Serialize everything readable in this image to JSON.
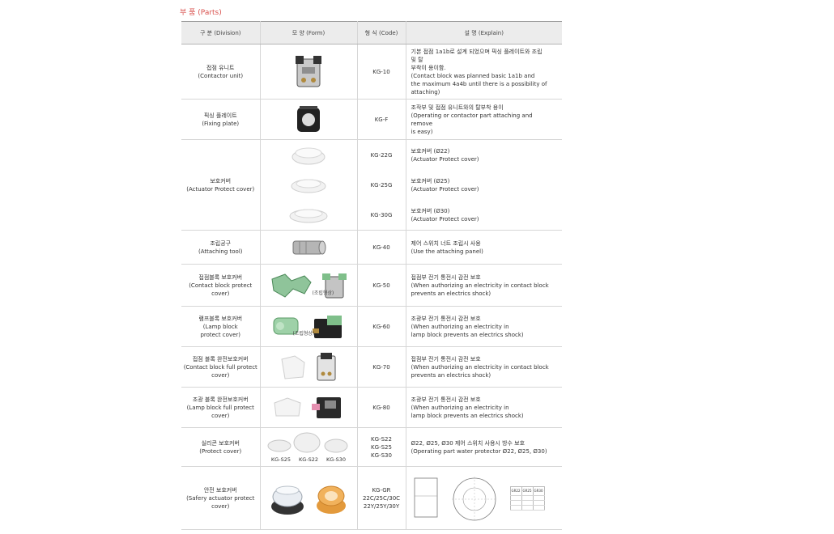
{
  "section_title": "부 품 (Parts)",
  "headers": {
    "division": "구 분 (Division)",
    "form": "모 양 (Form)",
    "code": "형 식 (Code)",
    "explain": "설 명 (Explain)"
  },
  "rows": [
    {
      "division_ko": "접점 유니트",
      "division_en": "(Contactor unit)",
      "code": "KG-10",
      "explain": [
        "기본 접점 1a1b로 설계 되었으며 픽싱 플레이트와 조립 및 탈",
        "부착이 용이함.",
        "(Contact block was planned basic 1a1b and",
        "the maximum 4a4b until there is a possibility of",
        "attaching)"
      ]
    },
    {
      "division_ko": "픽싱 플레이트",
      "division_en": "(Fixing plate)",
      "code": "KG-F",
      "explain": [
        "조작부 및 접점 유니트와의 탈부착 용이",
        "(Operating or contactor part attaching and remove",
        "is easy)"
      ]
    },
    {
      "division_ko": "보호커버",
      "division_en": "(Actuator Protect cover)",
      "sub": [
        {
          "code": "KG-22G",
          "explain": [
            "보호커버 (Ø22)",
            "(Actuator Protect cover)"
          ]
        },
        {
          "code": "KG-25G",
          "explain": [
            "보호커버 (Ø25)",
            "(Actuator Protect cover)"
          ]
        },
        {
          "code": "KG-30G",
          "explain": [
            "보호커버 (Ø30)",
            "(Actuator Protect cover)"
          ]
        }
      ]
    },
    {
      "division_ko": "조립공구",
      "division_en": "(Attaching tool)",
      "code": "KG-40",
      "explain": [
        "제어 스위치 너트 조립시 사용",
        "(Use the attaching panel)"
      ]
    },
    {
      "division_ko": "접점블록 보호커버",
      "division_en": "(Contact block protect",
      "division_en2": "cover)",
      "code": "KG-50",
      "note": "(조립형상)",
      "explain": [
        "접점부 전기 통전시 감전 보호",
        "(When authorizing an electricity in contact block",
        "prevents an electrics shock)"
      ]
    },
    {
      "division_ko": "램프블록 보호커버",
      "division_en": "(Lamp block",
      "division_en2": "protect cover)",
      "code": "KG-60",
      "note": "(조립형상)",
      "explain": [
        "조광부 전기 통전시 감전 보호",
        "(When authorizing an electricity in",
        "lamp block prevents an electrics shock)"
      ]
    },
    {
      "division_ko": "접점 블록 완전보호커버",
      "division_en": "(Contact block full protect",
      "division_en2": "cover)",
      "code": "KG-70",
      "explain": [
        "접점부 전기 통전시 감전 보호",
        "(When authorizing an electricity in contact block",
        "prevents an electrics shock)"
      ]
    },
    {
      "division_ko": "조광 블록 완전보호커버",
      "division_en": "(Lamp block full protect",
      "division_en2": "cover)",
      "code": "KG-80",
      "explain": [
        "조광부 전기 통전시 감전 보호",
        "(When authorizing an electricity in",
        "lamp block prevents an electrics shock)"
      ]
    },
    {
      "division_ko": "실리콘 보호커버",
      "division_en": "(Protect cover)",
      "codes": [
        "KG-S22",
        "KG-S25",
        "KG-S30"
      ],
      "labels": [
        "KG-S25",
        "KG-S22",
        "KG-S30"
      ],
      "explain": [
        "Ø22, Ø25, Ø30 제어 스위치 사용시 방수 보호",
        "(Operating part water protector Ø22, Ø25, Ø30)"
      ]
    },
    {
      "division_ko": "안전 보호커버",
      "division_en": "(Safery actuator protect",
      "division_en2": "cover)",
      "codes": [
        "KG-GR",
        "22C/25C/30C",
        "22Y/25Y/30Y"
      ],
      "mini_headers": [
        "GR22",
        "GR25",
        "GR30"
      ]
    }
  ]
}
